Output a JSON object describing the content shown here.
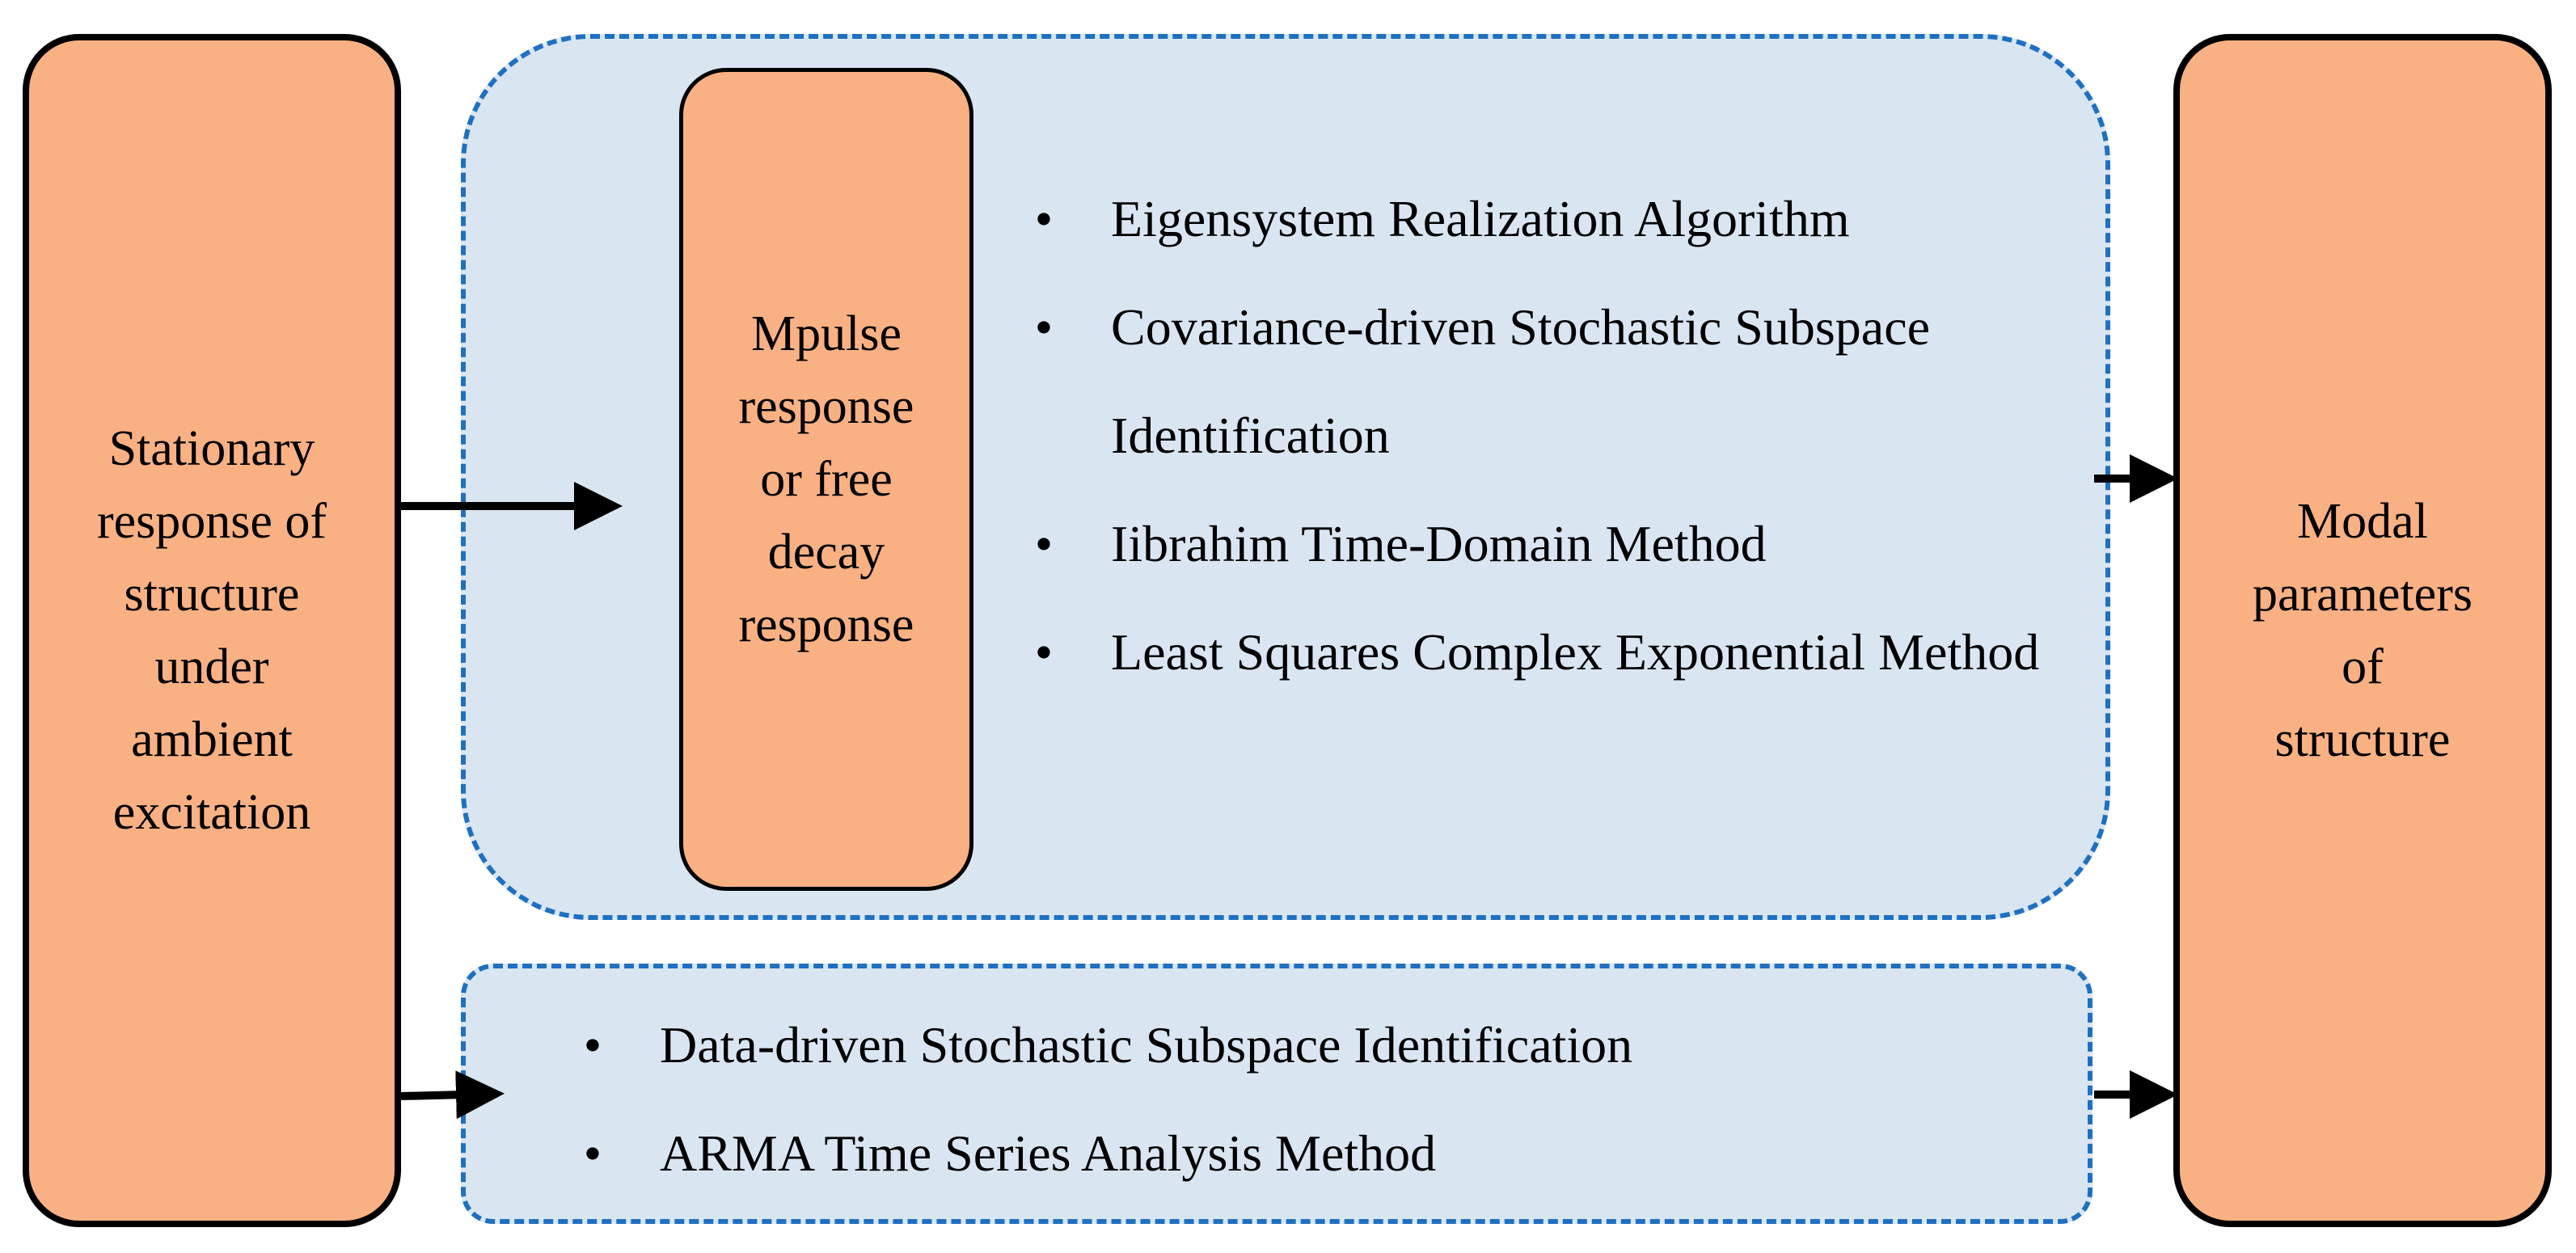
{
  "input_box": {
    "text": "Stationary\nresponse of\nstructure\nunder\nambient\nexcitation"
  },
  "impulse_box": {
    "text": "Mpulse\nresponse\nor free\ndecay\nresponse"
  },
  "upper_methods": [
    "Eigensystem Realization Algorithm",
    "Covariance-driven Stochastic Subspace Identification",
    "Iibrahim Time-Domain Method",
    "Least Squares Complex Exponential Method"
  ],
  "lower_methods": [
    "Data-driven Stochastic Subspace Identification",
    "ARMA Time Series Analysis Method"
  ],
  "output_box": {
    "text": "Modal\nparameters\nof\nstructure"
  },
  "bullet_symbol": "•",
  "colors": {
    "orange_fill": "#F9B183",
    "region_fill": "#D9E6F2",
    "dash_blue": "#1F70C1",
    "stroke": "#000000"
  }
}
